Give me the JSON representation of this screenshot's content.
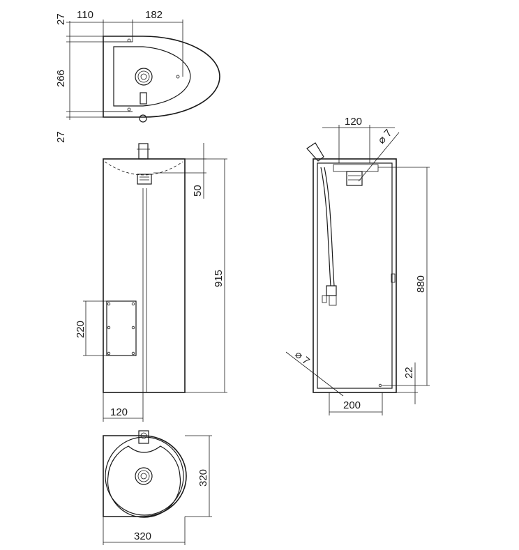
{
  "dimensions": {
    "top_width_left": "110",
    "top_width_right": "182",
    "top_offset_a": "27",
    "top_depth": "266",
    "top_offset_b": "27",
    "front_basin_depth": "50",
    "front_height": "915",
    "front_panel_height": "220",
    "front_panel_width": "120",
    "side_top_width": "120",
    "side_hole_top": "⌀ 7",
    "side_height": "880",
    "side_hole_bottom": "⌀ 7",
    "side_base_offset": "22",
    "side_base_width": "200",
    "bottom_depth": "320",
    "bottom_width": "320"
  },
  "colors": {
    "line": "#1a1a1a",
    "background": "#ffffff"
  }
}
